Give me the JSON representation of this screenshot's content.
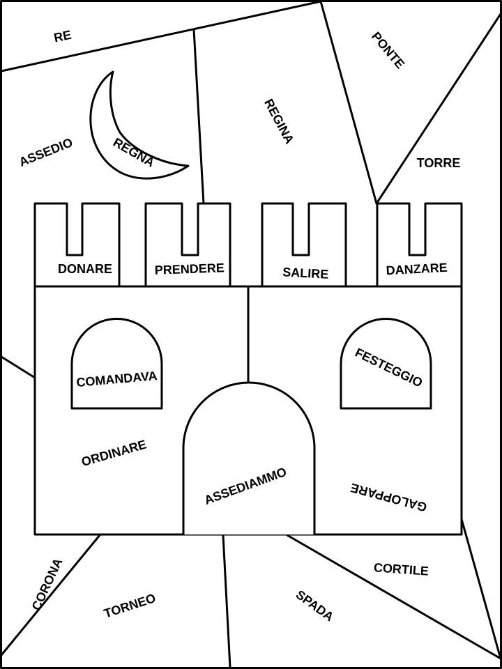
{
  "words": {
    "re": "RE",
    "ponte": "PONTE",
    "regina": "REGINA",
    "assedio": "ASSEDIO",
    "regna": "REGNA",
    "torre": "TORRE",
    "donare": "DONARE",
    "prendere": "PRENDERE",
    "salire": "SALIRE",
    "danzare": "DANZARE",
    "comandava": "COMANDAVA",
    "festeggio": "FESTEGGIO",
    "ordinare": "ORDINARE",
    "assediammo": "ASSEDIAMMO",
    "galoppare": "GALOPPARE",
    "corona": "CORONA",
    "torneo": "TORNEO",
    "spada": "SPADA",
    "cortile": "CORTILE"
  }
}
